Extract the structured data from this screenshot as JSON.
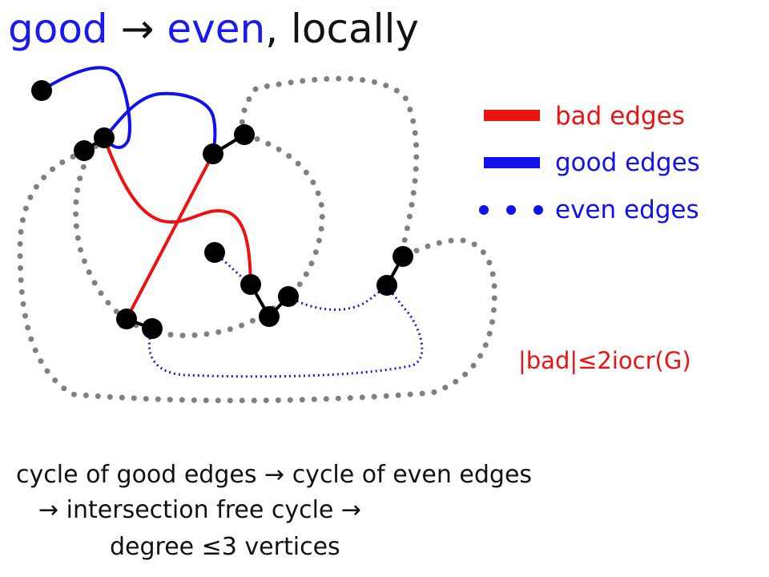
{
  "title": {
    "part1": "good",
    "arrow": "→",
    "part2": "even",
    "part3": ", locally"
  },
  "legend": {
    "bad_label": "bad edges",
    "good_label": "good edges",
    "even_label": "even edges"
  },
  "colors": {
    "bad": "#ee1111",
    "good": "#1111ee",
    "even": "#808080",
    "dotted_link": "#1a1ad0",
    "vertex": "#000000"
  },
  "inequality": "|bad|≤2iocr(G)",
  "caption": {
    "line1": "cycle of good edges → cycle of even edges",
    "line2": "→ intersection free cycle →",
    "line3": "degree ≤3 vertices"
  }
}
